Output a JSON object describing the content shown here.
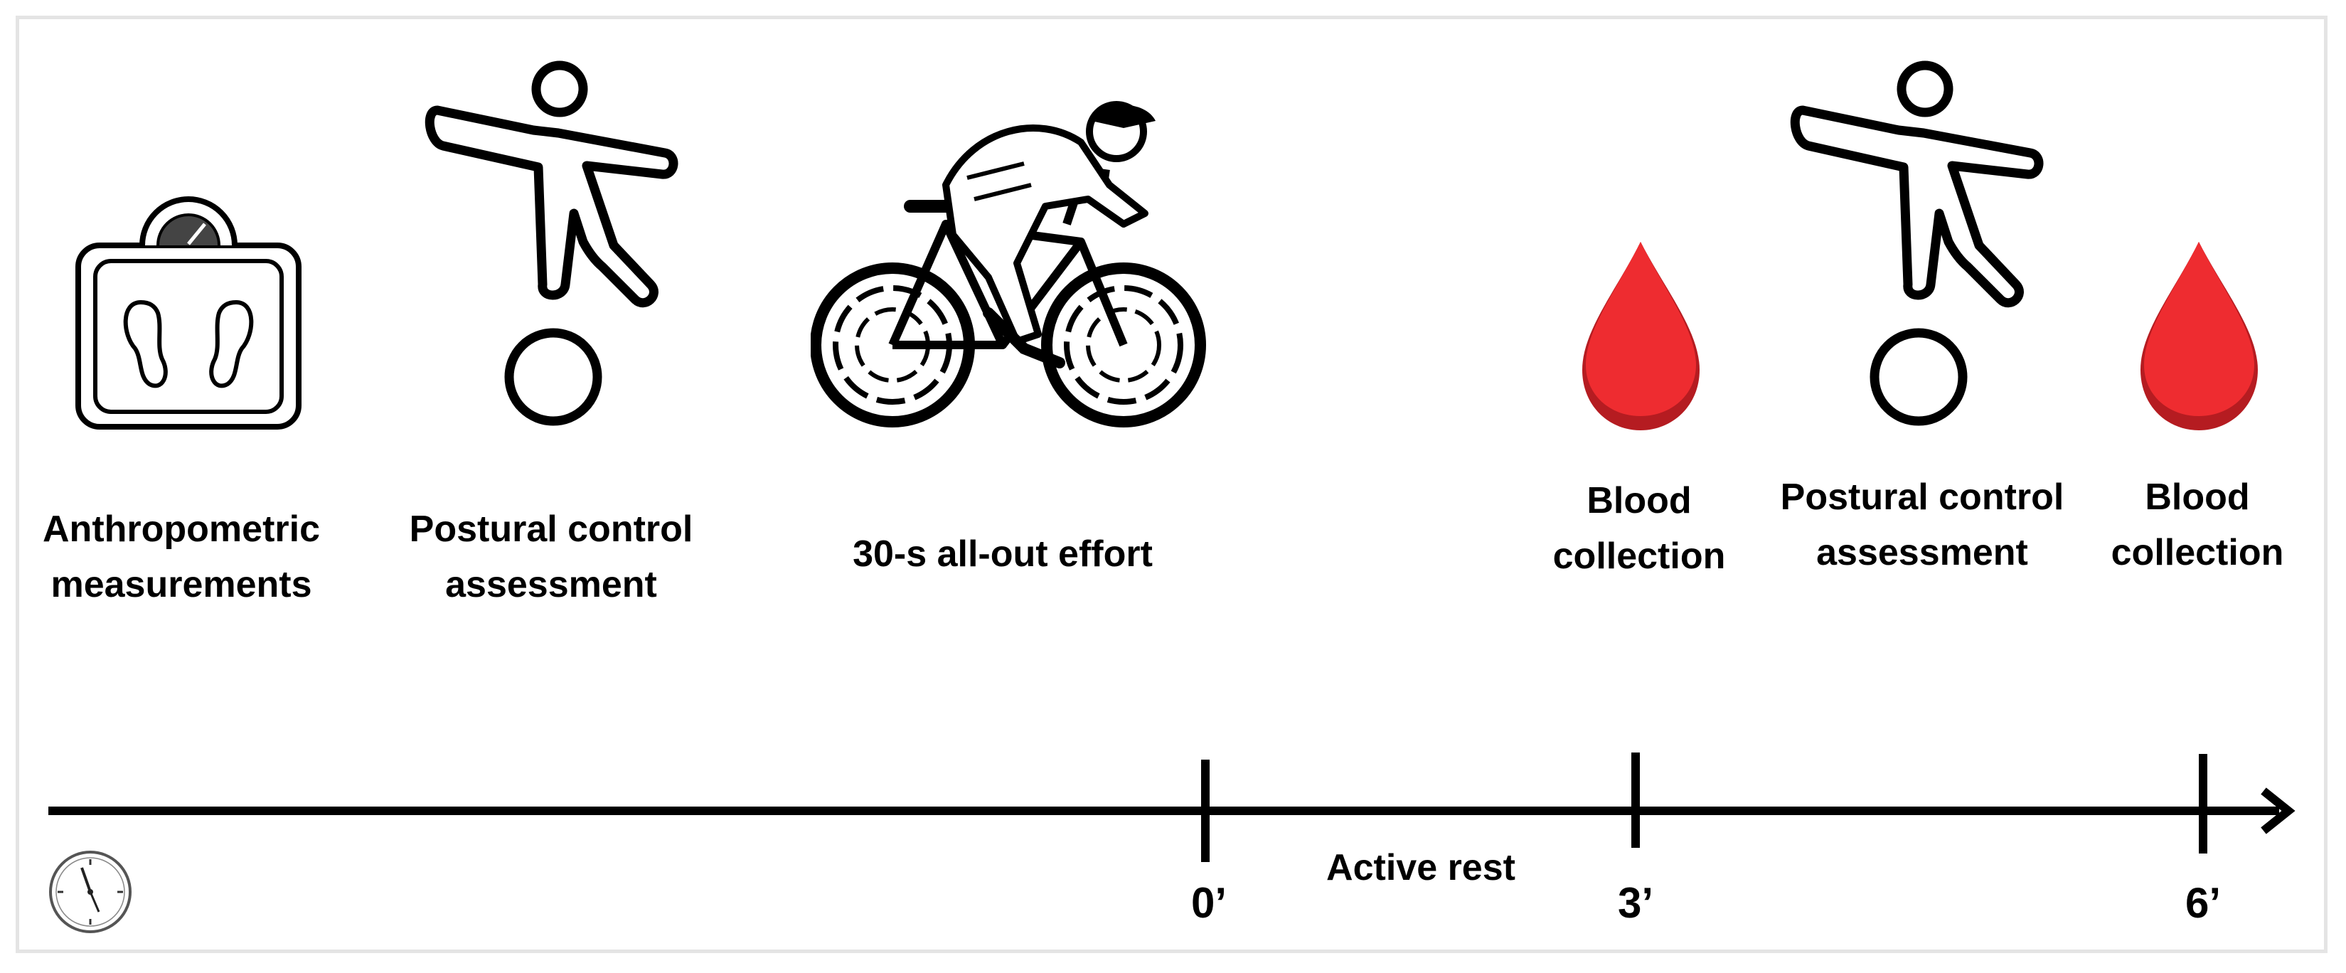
{
  "steps": [
    {
      "id": "anthropometric",
      "line1": "Anthropometric",
      "line2": "measurements",
      "icon": "scale-icon"
    },
    {
      "id": "postural-1",
      "line1": "Postural control",
      "line2": "assessment",
      "icon": "balance-figure-icon"
    },
    {
      "id": "effort",
      "line1": "30-s all-out effort",
      "line2": "",
      "icon": "cyclist-icon"
    },
    {
      "id": "blood-1",
      "line1": "Blood",
      "line2": "collection",
      "icon": "blood-drop-icon"
    },
    {
      "id": "postural-2",
      "line1": "Postural control",
      "line2": "assessment",
      "icon": "balance-figure-icon"
    },
    {
      "id": "blood-2",
      "line1": "Blood",
      "line2": "collection",
      "icon": "blood-drop-icon"
    }
  ],
  "timeline": {
    "ticks": [
      "0’",
      "3’",
      "6’"
    ],
    "rest_label": "Active rest",
    "icon": "clock-icon"
  },
  "colors": {
    "line": "#000000",
    "blood": "#e3262b",
    "blood_shadow": "#b51c21",
    "border": "#e4e4e4"
  }
}
